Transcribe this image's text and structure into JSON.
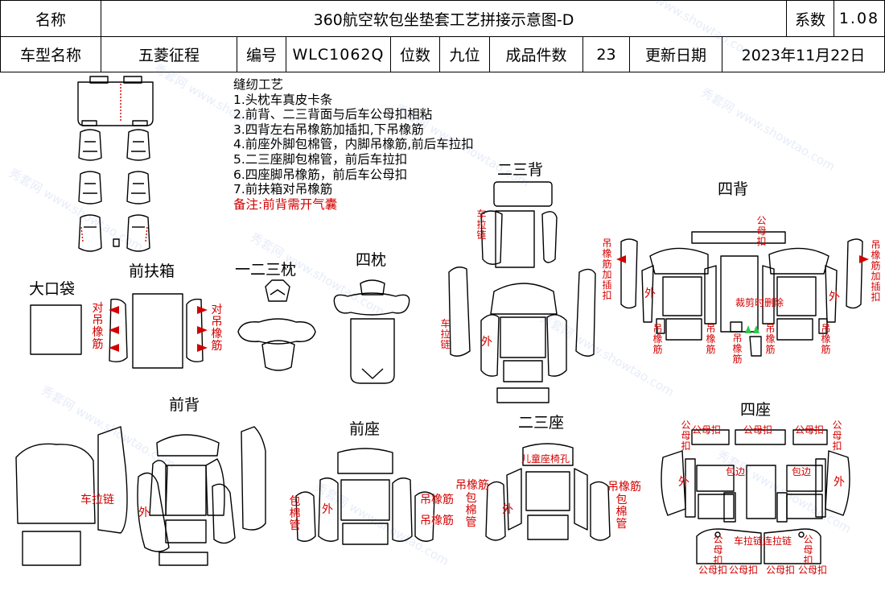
{
  "header": {
    "name_label": "名称",
    "title": "360航空软包坐垫套工艺拼接示意图-D",
    "coef_label": "系数",
    "coef_value": "1.08",
    "model_label": "车型名称",
    "model_value": "五菱征程",
    "code_label": "编号",
    "code_value": "WLC1062Q",
    "seats_label": "位数",
    "seats_value": "九位",
    "count_label": "成品件数",
    "count_value": "23",
    "date_label": "更新日期",
    "date_value": "2023年11月22日"
  },
  "notes": {
    "title": "缝纫工艺",
    "items": [
      "1.头枕车真皮卡条",
      "2.前背、二三背面与后车公母扣相粘",
      "3.四背左右吊橡筋加插扣,下吊橡筋",
      "4.前座外脚包棉管，内脚吊橡筋,前后车拉扣",
      "5.二三座脚包棉管，前后车拉扣",
      "6.四座脚吊橡筋，前后车公母扣",
      "7.前扶箱对吊橡筋"
    ],
    "remark": "备注:前背需开气囊"
  },
  "sections": {
    "front_armrest": "前扶箱",
    "big_pocket": "大口袋",
    "headrest_123": "一二三枕",
    "headrest_4": "四枕",
    "back_23": "二三背",
    "back_4": "四背",
    "back_front": "前背",
    "seat_front": "前座",
    "seat_23": "二三座",
    "seat_4": "四座"
  },
  "annotations": {
    "opposite_bungee": "对吊橡筋",
    "pull_chain": "车拉链",
    "outer": "外",
    "bungee": "吊橡筋",
    "bungee_buckle": "吊橡筋加插扣",
    "snap": "公母扣",
    "trim_remove": "裁剪时删除",
    "foam_tube": "包棉管",
    "child_seat_hole": "儿童座椅孔",
    "edge_wrap": "包边",
    "zip_connect": "车拉链连拉链"
  },
  "watermarks": [
    "秀套网 www.showtao.com"
  ]
}
